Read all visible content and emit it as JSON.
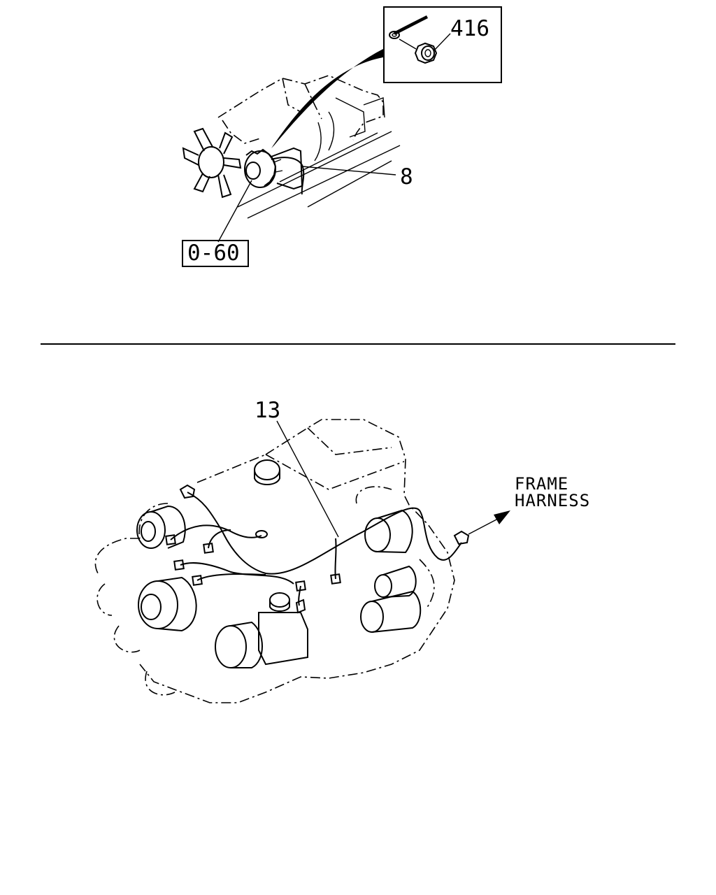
{
  "diagram": {
    "top_view": {
      "callouts": [
        {
          "id": "416",
          "label": "416"
        },
        {
          "id": "8",
          "label": "8"
        },
        {
          "id": "0-60",
          "label": "0-60"
        }
      ]
    },
    "bottom_view": {
      "callouts": [
        {
          "id": "13",
          "label": "13"
        }
      ],
      "direction_label": {
        "line1": "FRAME",
        "line2": "HARNESS"
      }
    }
  }
}
